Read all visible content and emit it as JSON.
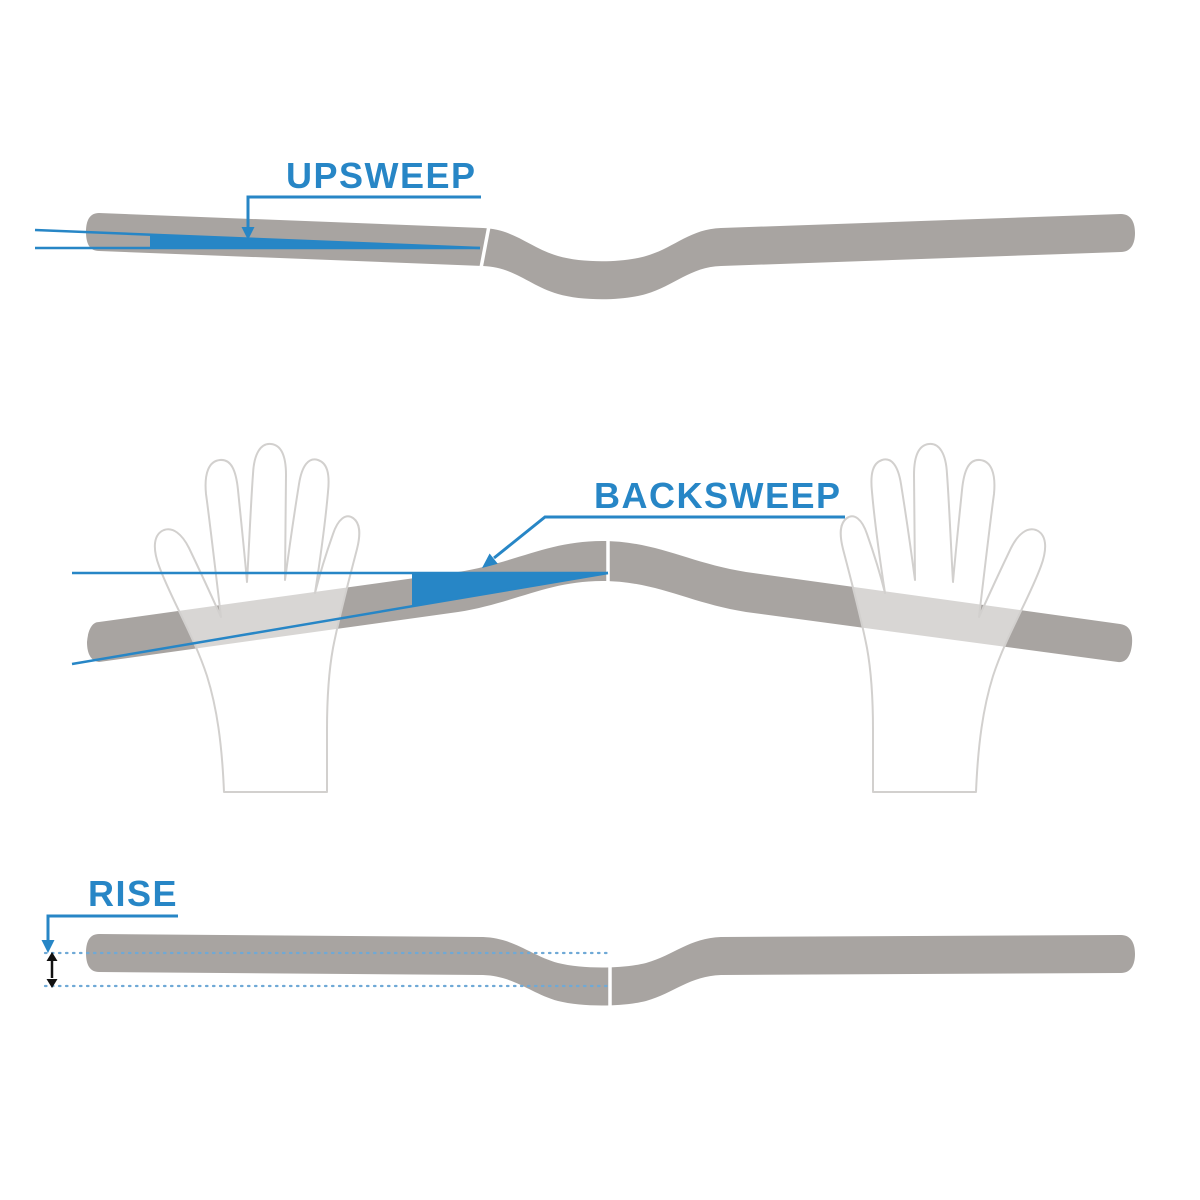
{
  "page": {
    "background": "#ffffff"
  },
  "labels": {
    "upsweep": "UPSWEEP",
    "backsweep": "BACKSWEEP",
    "rise": "RISE"
  },
  "colors": {
    "accent_blue": "#2786c6",
    "bar_gray": "#a8a4a1",
    "hand_outline": "#d2d0ce",
    "dotted_blue": "#6fa9d6",
    "measure_ink": "#111111",
    "divider_white": "#ffffff"
  }
}
